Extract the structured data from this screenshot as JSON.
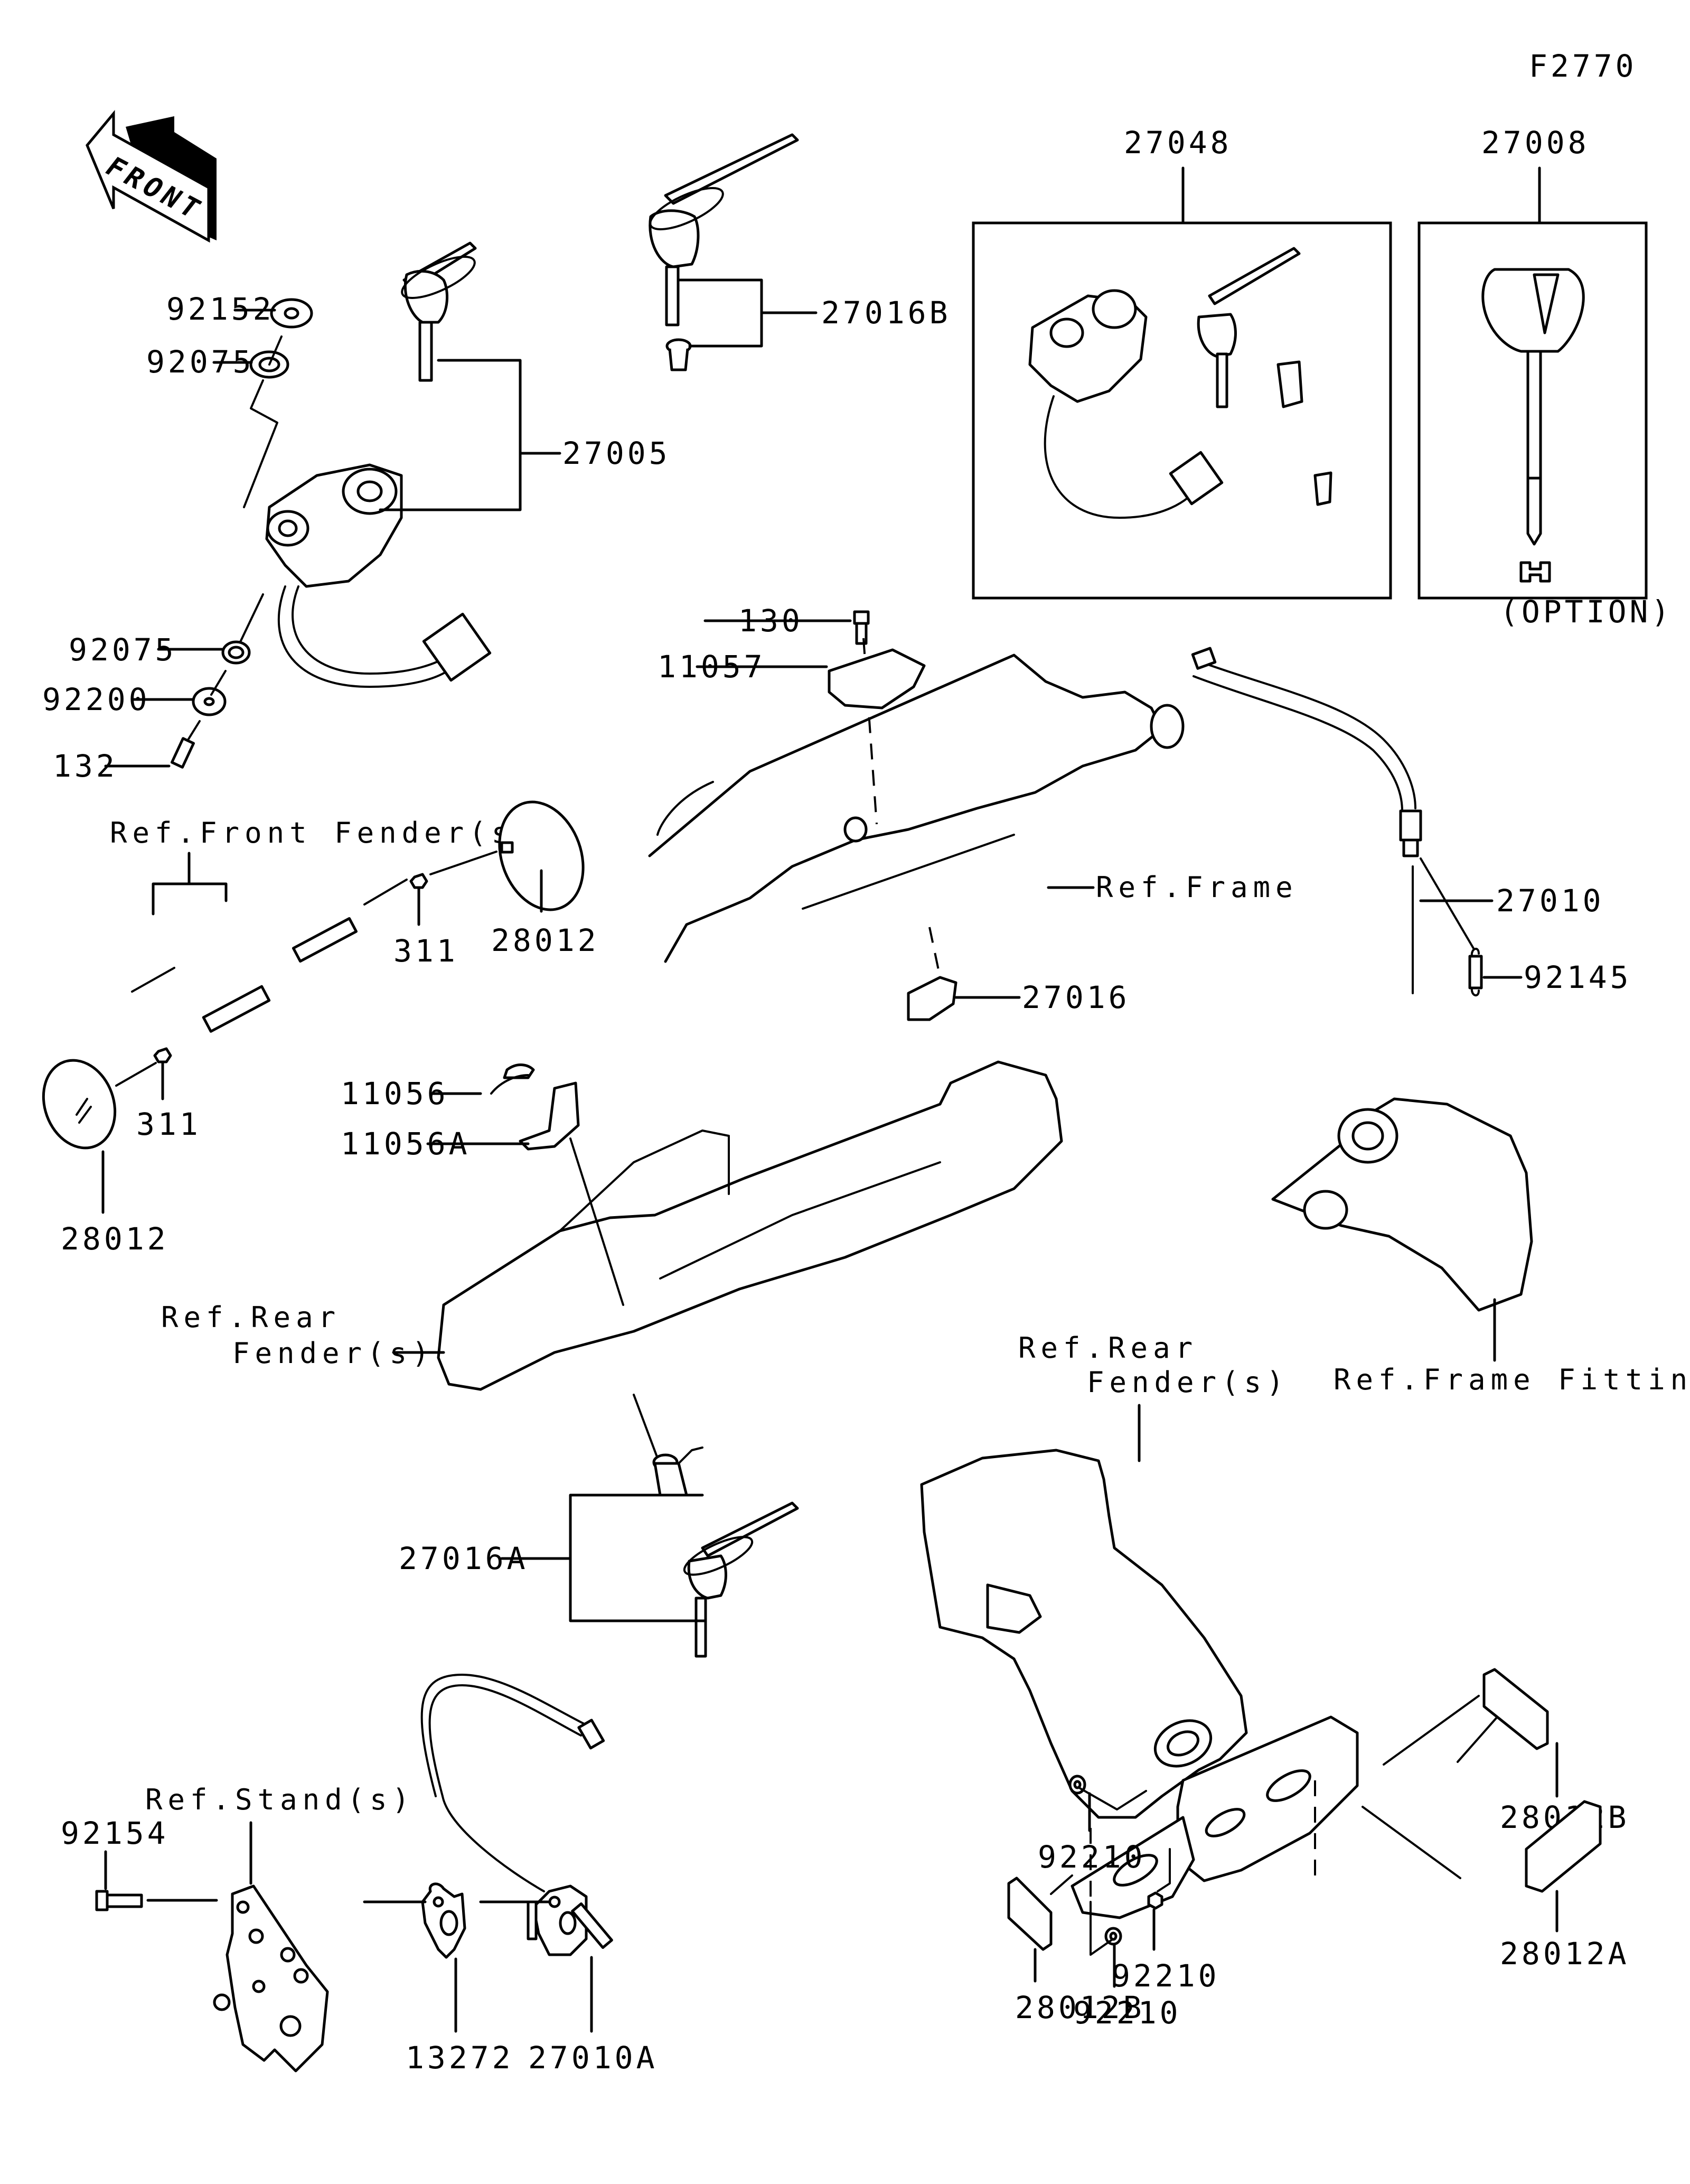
{
  "diagram": {
    "figure_code": "F2770",
    "front_arrow_text": "FRONT",
    "option_text": "(OPTION)",
    "part_labels": {
      "p92152": "92152",
      "p92075_top": "92075",
      "p27005": "27005",
      "p27016B": "27016B",
      "p27048": "27048",
      "p27008": "27008",
      "p92075_bottom": "92075",
      "p92200": "92200",
      "p132": "132",
      "p130": "130",
      "p11057": "11057",
      "p27010": "27010",
      "p92145": "92145",
      "p27016": "27016",
      "p311_right": "311",
      "p28012_right": "28012",
      "p311_left": "311",
      "p28012_left": "28012",
      "p11056": "11056",
      "p11056A": "11056A",
      "p27016A": "27016A",
      "p92154": "92154",
      "p13272": "13272",
      "p27010A": "27010A",
      "p92210_a": "92210",
      "p92210_b": "92210",
      "p92210_c": "92210",
      "p28012B_right": "28012B",
      "p28012B_left": "28012B",
      "p28012A": "28012A"
    },
    "reference_labels": {
      "front_fender": "Ref.Front Fender(s)",
      "frame": "Ref.Frame",
      "rear_fender_left_line1": "Ref.Rear",
      "rear_fender_left_line2": "Fender(s)",
      "frame_fittings": "Ref.Frame Fittings",
      "rear_fender_right_line1": "Ref.Rear",
      "rear_fender_right_line2": "Fender(s)",
      "stand": "Ref.Stand(s)"
    }
  }
}
